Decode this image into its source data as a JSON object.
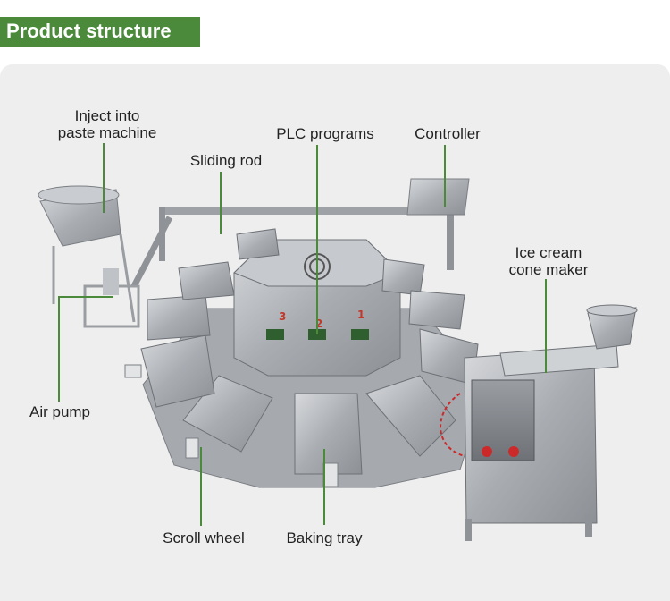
{
  "header": {
    "title": "Product structure"
  },
  "labels": {
    "inject_line1": "Inject into",
    "inject_line2": "paste machine",
    "sliding_rod": "Sliding rod",
    "plc": "PLC programs",
    "controller": "Controller",
    "ice_line1": "Ice cream",
    "ice_line2": "cone maker",
    "air_pump": "Air pump",
    "scroll_wheel": "Scroll wheel",
    "baking_tray": "Baking tray"
  },
  "machine": {
    "station_numbers": [
      "3",
      "2",
      "1"
    ]
  },
  "colors": {
    "accent": "#4a8a3a",
    "panel": "#eeeeee",
    "steel": "#b9bcc0"
  }
}
